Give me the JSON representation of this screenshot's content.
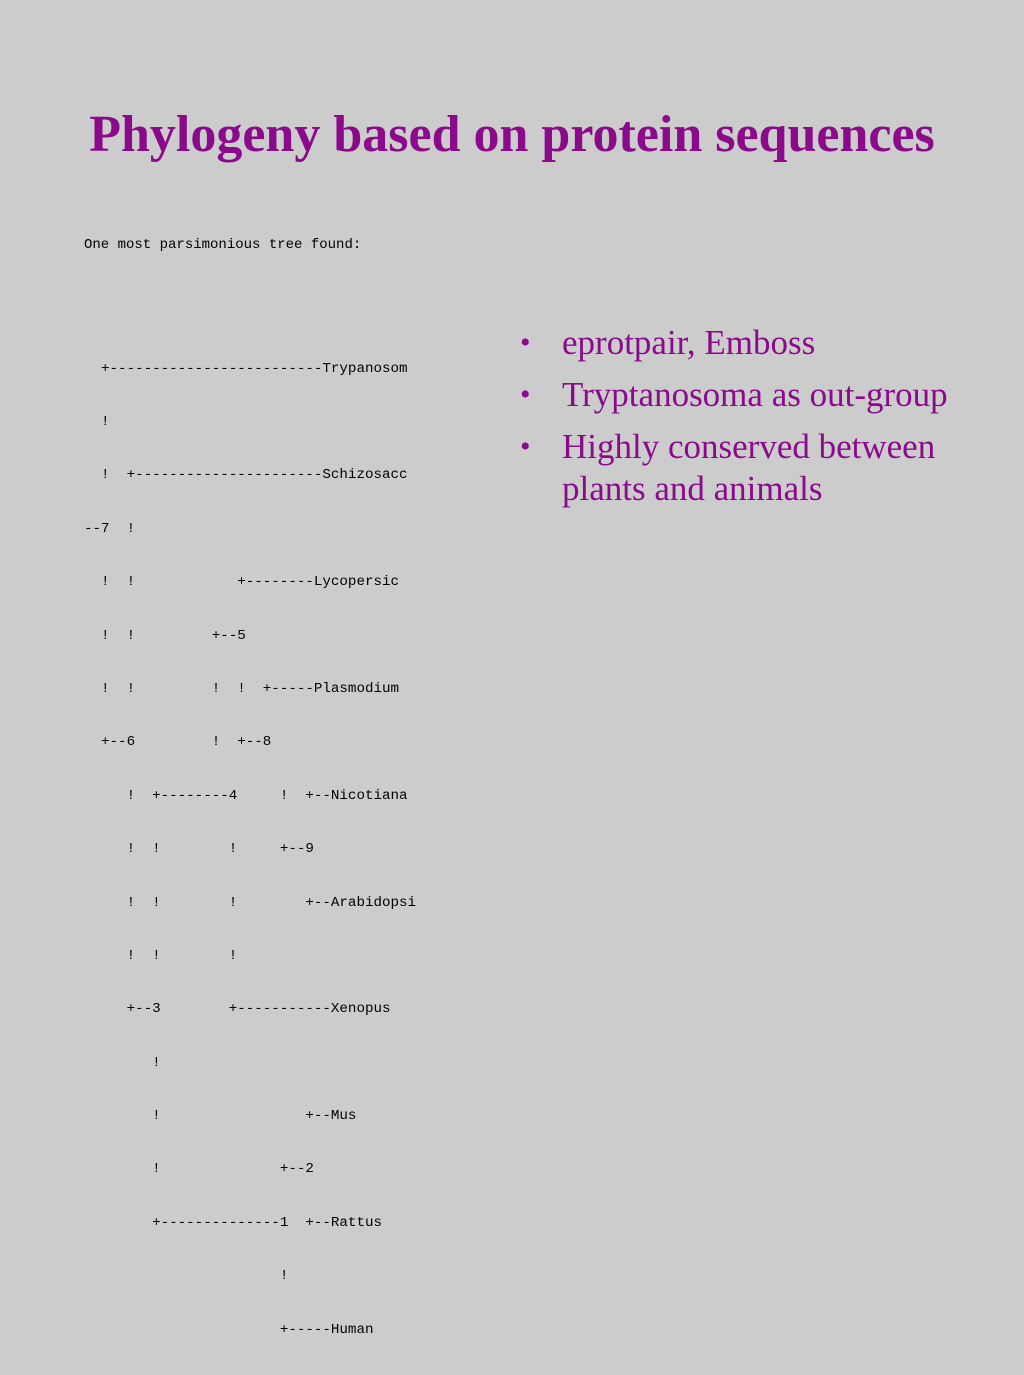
{
  "slide": {
    "title": "Phylogeny based on protein sequences",
    "tree_header": "One most parsimonious tree found:",
    "tree_lines": [
      "  +-------------------------Trypanosom",
      "  !",
      "  !  +----------------------Schizosacc",
      "--7  !",
      "  !  !            +--------Lycopersic",
      "  !  !         +--5",
      "  !  !         !  !  +-----Plasmodium",
      "  +--6         !  +--8",
      "     !  +--------4     !  +--Nicotiana",
      "     !  !        !     +--9",
      "     !  !        !        +--Arabidopsi",
      "     !  !        !",
      "     +--3        +-----------Xenopus",
      "        !",
      "        !                 +--Mus",
      "        !              +--2",
      "        +--------------1  +--Rattus",
      "                       !",
      "                       +-----Human"
    ],
    "bullets": [
      "eprotpair, Emboss",
      "Tryptanosoma as out-group",
      "Highly conserved between plants and animals"
    ],
    "bullet_symbol": "•",
    "colors": {
      "background": "#cccccc",
      "accent": "#8b0a8b",
      "tree_text": "#000000"
    }
  }
}
